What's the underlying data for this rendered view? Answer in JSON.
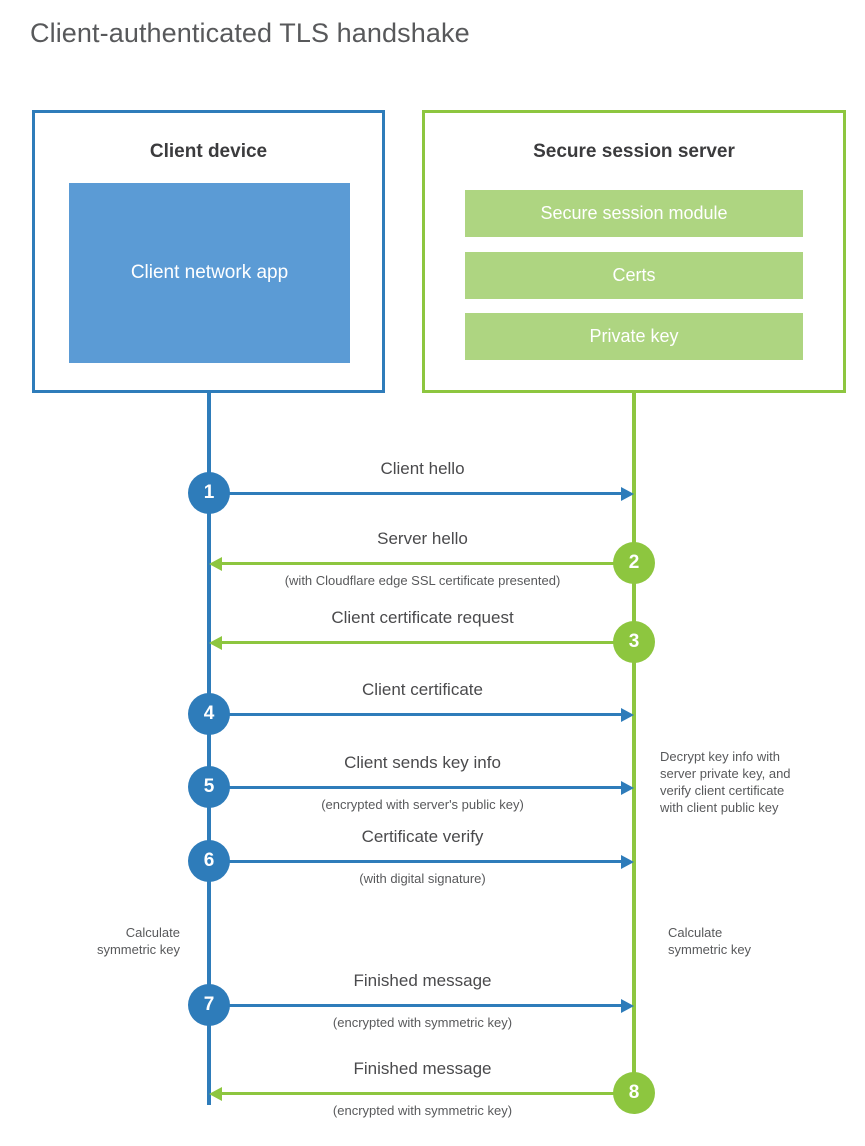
{
  "title": "Client-authenticated TLS handshake",
  "colors": {
    "client_blue": "#2e7cba",
    "client_app_fill": "#5b9bd5",
    "server_green": "#8dc63f",
    "server_bar_fill": "#aed581",
    "text_gray": "#58595b"
  },
  "parties": {
    "client": {
      "title": "Client device",
      "app_label": "Client network\napp"
    },
    "server": {
      "title": "Secure session server",
      "components": [
        "Secure session module",
        "Certs",
        "Private key"
      ]
    }
  },
  "steps": [
    {
      "number": "1",
      "label": "Client hello",
      "sub": "",
      "direction": "client-to-server",
      "color": "blue"
    },
    {
      "number": "2",
      "label": "Server hello",
      "sub": "(with Cloudflare edge SSL certificate presented)",
      "direction": "server-to-client",
      "color": "green"
    },
    {
      "number": "3",
      "label": "Client certificate request",
      "sub": "",
      "direction": "server-to-client",
      "color": "green"
    },
    {
      "number": "4",
      "label": "Client certificate",
      "sub": "",
      "direction": "client-to-server",
      "color": "blue"
    },
    {
      "number": "5",
      "label": "Client sends key info",
      "sub": "(encrypted with server's public key)",
      "direction": "client-to-server",
      "color": "blue"
    },
    {
      "number": "6",
      "label": "Certificate verify",
      "sub": "(with digital signature)",
      "direction": "client-to-server",
      "color": "blue"
    },
    {
      "number": "7",
      "label": "Finished message",
      "sub": "(encrypted with symmetric key)",
      "direction": "client-to-server",
      "color": "blue"
    },
    {
      "number": "8",
      "label": "Finished message",
      "sub": "(encrypted with symmetric key)",
      "direction": "server-to-client",
      "color": "green"
    }
  ],
  "annotations": {
    "server_decrypt": "Decrypt key info with\nserver private key, and\nverify client certificate\nwith client public key",
    "client_calculate": "Calculate\nsymmetric key",
    "server_calculate": "Calculate\nsymmetric key"
  }
}
